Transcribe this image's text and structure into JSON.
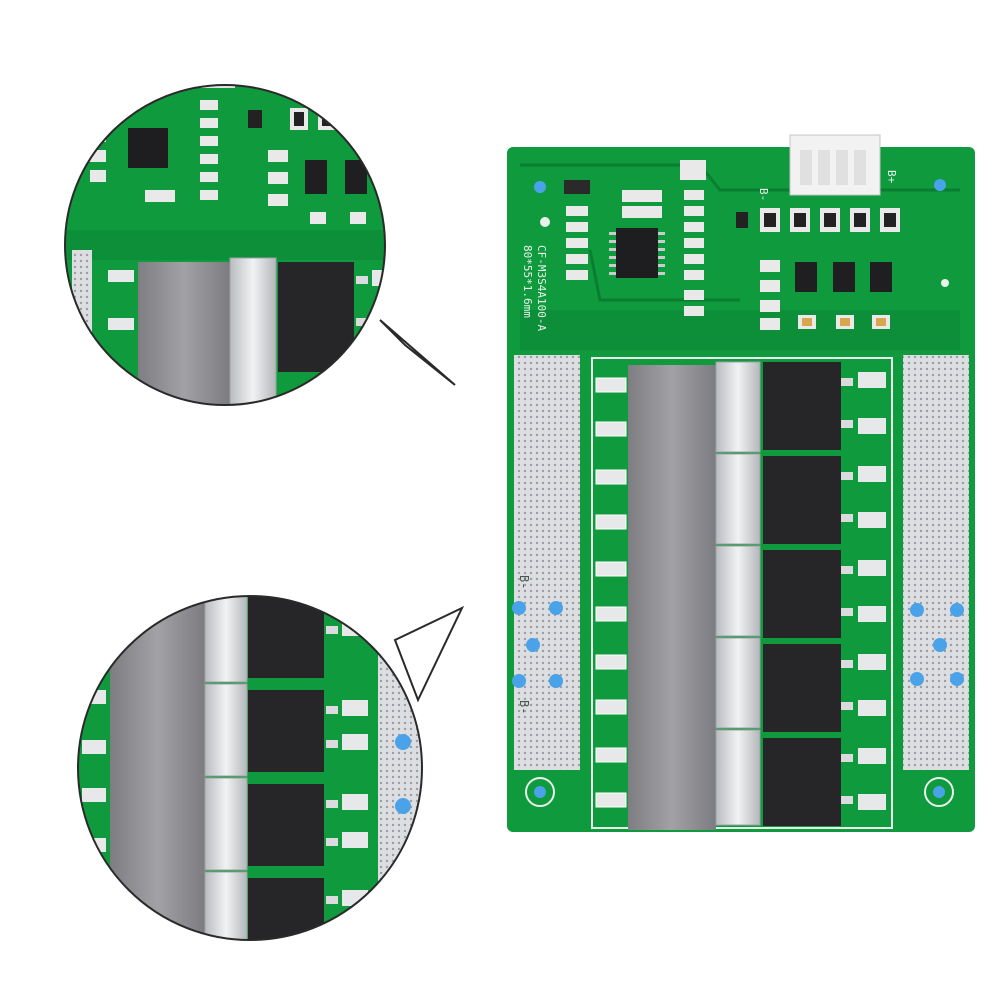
{
  "board": {
    "model_text": "CF-M3S4A100-A",
    "size_text": "80*55*1.6mm",
    "neg_label_top": "B-",
    "pos_label_top": "B+",
    "neg_label_side_a": "B-",
    "neg_label_side_b": "B-",
    "mosfet_count": 5
  },
  "colors": {
    "pcb_green": "#0f9a3e",
    "pcb_dark_trace": "#0b7d31",
    "pad_silver": "#d7d9dc",
    "heatsink_gray": "#8f8f93",
    "mosfet_black": "#262628",
    "via_blue": "#4aa3e8",
    "connector_white": "#f2f2f2"
  }
}
